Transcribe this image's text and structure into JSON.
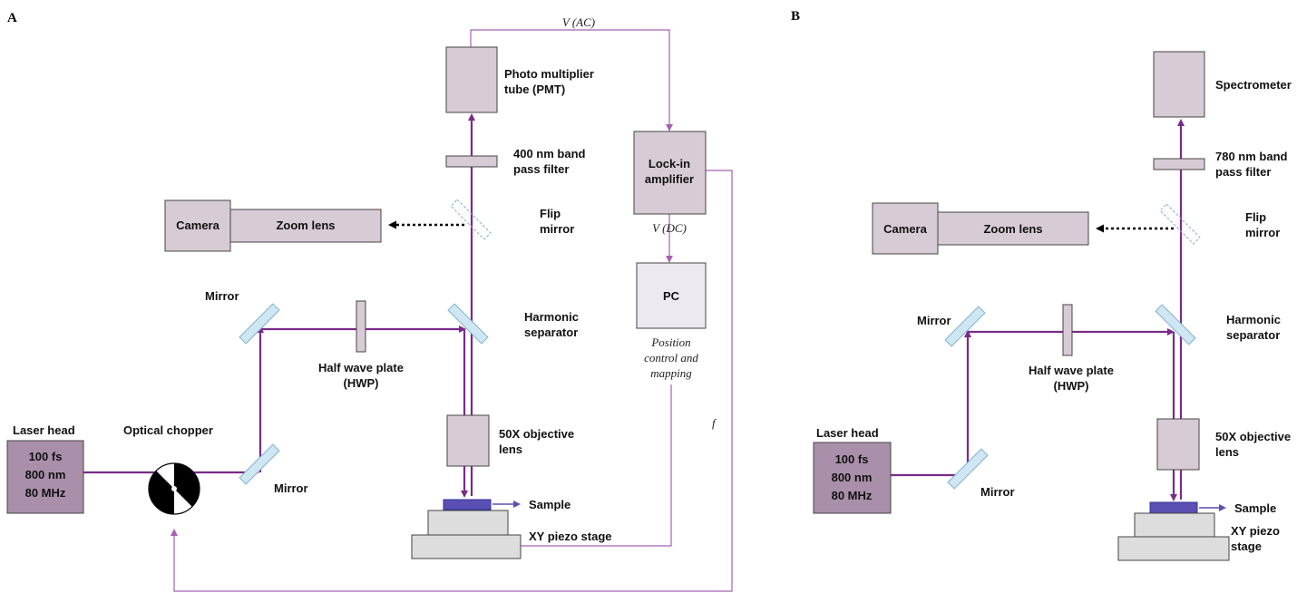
{
  "panel_a": {
    "letter": "A",
    "laser_head_title": "Laser head",
    "laser_specs": [
      "100 fs",
      "800 nm",
      "80 MHz"
    ],
    "optical_chopper": "Optical chopper",
    "mirror_upper": "Mirror",
    "mirror_lower": "Mirror",
    "hwp_line1": "Half wave plate",
    "hwp_line2": "(HWP)",
    "harmonic_line1": "Harmonic",
    "harmonic_line2": "separator",
    "camera": "Camera",
    "zoom_lens": "Zoom lens",
    "flip_line1": "Flip",
    "flip_line2": "mirror",
    "filter_line1": "400 nm band",
    "filter_line2": "pass filter",
    "pmt_line1": "Photo multiplier",
    "pmt_line2": "tube (PMT)",
    "objective_line1": "50X objective",
    "objective_line2": "lens",
    "sample": "Sample",
    "stage": "XY piezo stage",
    "lockin_line1": "Lock-in",
    "lockin_line2": "amplifier",
    "pc": "PC",
    "v_ac": "V (AC)",
    "v_dc": "V (DC)",
    "position_line1": "Position",
    "position_line2": "control and",
    "position_line3": "mapping",
    "freq": "f"
  },
  "panel_b": {
    "letter": "B",
    "laser_head_title": "Laser head",
    "laser_specs": [
      "100 fs",
      "800 nm",
      "80 MHz"
    ],
    "mirror_upper": "Mirror",
    "mirror_lower": "Mirror",
    "hwp_line1": "Half wave plate",
    "hwp_line2": "(HWP)",
    "harmonic_line1": "Harmonic",
    "harmonic_line2": "separator",
    "camera": "Camera",
    "zoom_lens": "Zoom lens",
    "flip_line1": "Flip",
    "flip_line2": "mirror",
    "filter_line1": "780 nm band",
    "filter_line2": "pass filter",
    "spectrometer": "Spectrometer",
    "objective_line1": "50X objective",
    "objective_line2": "lens",
    "sample": "Sample",
    "stage_line1": "XY piezo",
    "stage_line2": "stage"
  },
  "colors": {
    "beam": "#7a2a8a",
    "signal": "#a860b4",
    "box": "#d7cbd6",
    "laser": "#a98fa9",
    "mirror": "#cfe6f3",
    "sample": "#5a4fb3"
  }
}
